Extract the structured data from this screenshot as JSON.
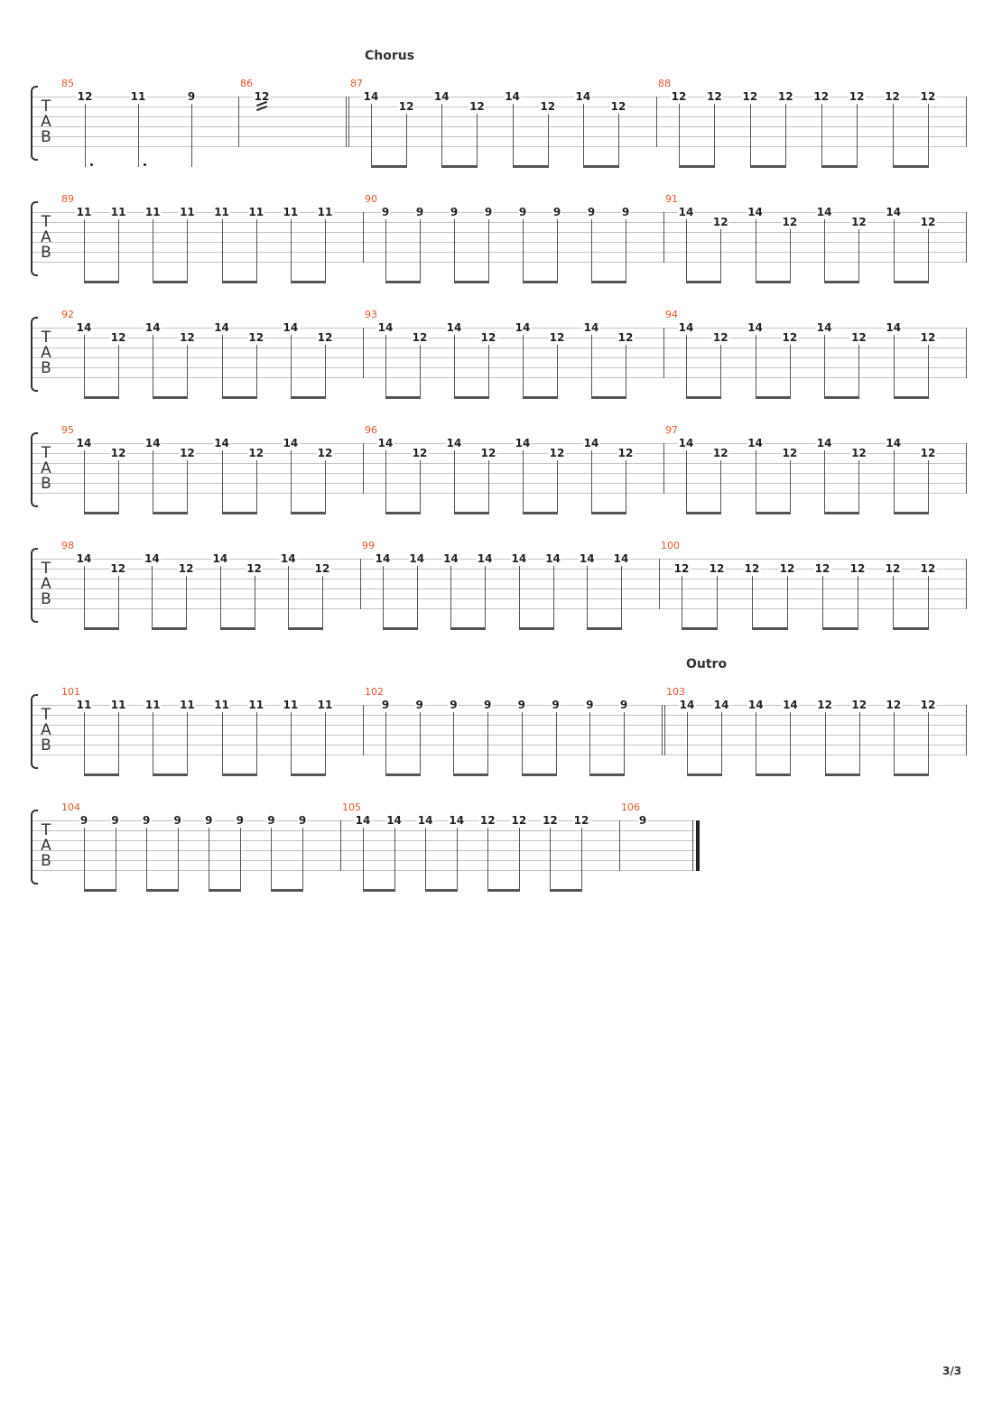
{
  "page_number": "3/3",
  "tab_clef": [
    "T",
    "A",
    "B"
  ],
  "systems": [
    {
      "section": "Chorus",
      "measures": [
        {
          "number": "85",
          "notes": [
            [
              "12"
            ],
            [
              "11"
            ],
            [
              "9"
            ]
          ],
          "style": "quarter"
        },
        {
          "number": "86",
          "notes": [
            [
              "12"
            ]
          ],
          "style": "tremolo"
        },
        {
          "number": "87",
          "notes": [
            [
              "14",
              "12"
            ],
            [
              "14",
              "12"
            ],
            [
              "14",
              "12"
            ],
            [
              "14",
              "12"
            ]
          ],
          "style": "alt-beamed",
          "double_bar_before": true
        },
        {
          "number": "88",
          "notes": [
            [
              "12",
              "12"
            ],
            [
              "12",
              "12"
            ],
            [
              "12",
              "12"
            ],
            [
              "12",
              "12"
            ]
          ],
          "style": "beamed"
        }
      ]
    },
    {
      "measures": [
        {
          "number": "89",
          "notes": [
            [
              "11",
              "11"
            ],
            [
              "11",
              "11"
            ],
            [
              "11",
              "11"
            ],
            [
              "11",
              "11"
            ]
          ],
          "style": "beamed"
        },
        {
          "number": "90",
          "notes": [
            [
              "9",
              "9"
            ],
            [
              "9",
              "9"
            ],
            [
              "9",
              "9"
            ],
            [
              "9",
              "9"
            ]
          ],
          "style": "beamed"
        },
        {
          "number": "91",
          "notes": [
            [
              "14",
              "12"
            ],
            [
              "14",
              "12"
            ],
            [
              "14",
              "12"
            ],
            [
              "14",
              "12"
            ]
          ],
          "style": "alt-beamed"
        }
      ]
    },
    {
      "measures": [
        {
          "number": "92",
          "notes": [
            [
              "14",
              "12"
            ],
            [
              "14",
              "12"
            ],
            [
              "14",
              "12"
            ],
            [
              "14",
              "12"
            ]
          ],
          "style": "alt-beamed"
        },
        {
          "number": "93",
          "notes": [
            [
              "14",
              "12"
            ],
            [
              "14",
              "12"
            ],
            [
              "14",
              "12"
            ],
            [
              "14",
              "12"
            ]
          ],
          "style": "alt-beamed"
        },
        {
          "number": "94",
          "notes": [
            [
              "14",
              "12"
            ],
            [
              "14",
              "12"
            ],
            [
              "14",
              "12"
            ],
            [
              "14",
              "12"
            ]
          ],
          "style": "alt-beamed"
        }
      ]
    },
    {
      "measures": [
        {
          "number": "95",
          "notes": [
            [
              "14",
              "12"
            ],
            [
              "14",
              "12"
            ],
            [
              "14",
              "12"
            ],
            [
              "14",
              "12"
            ]
          ],
          "style": "alt-beamed"
        },
        {
          "number": "96",
          "notes": [
            [
              "14",
              "12"
            ],
            [
              "14",
              "12"
            ],
            [
              "14",
              "12"
            ],
            [
              "14",
              "12"
            ]
          ],
          "style": "alt-beamed"
        },
        {
          "number": "97",
          "notes": [
            [
              "14",
              "12"
            ],
            [
              "14",
              "12"
            ],
            [
              "14",
              "12"
            ],
            [
              "14",
              "12"
            ]
          ],
          "style": "alt-beamed"
        }
      ]
    },
    {
      "measures": [
        {
          "number": "98",
          "notes": [
            [
              "14",
              "12"
            ],
            [
              "14",
              "12"
            ],
            [
              "14",
              "12"
            ],
            [
              "14",
              "12"
            ]
          ],
          "style": "alt-beamed"
        },
        {
          "number": "99",
          "notes": [
            [
              "14",
              "14"
            ],
            [
              "14",
              "14"
            ],
            [
              "14",
              "14"
            ],
            [
              "14",
              "14"
            ]
          ],
          "style": "beamed"
        },
        {
          "number": "100",
          "notes": [
            [
              "12",
              "12"
            ],
            [
              "12",
              "12"
            ],
            [
              "12",
              "12"
            ],
            [
              "12",
              "12"
            ]
          ],
          "style": "beamed-low"
        }
      ]
    },
    {
      "section": "Outro",
      "measures": [
        {
          "number": "101",
          "notes": [
            [
              "11",
              "11"
            ],
            [
              "11",
              "11"
            ],
            [
              "11",
              "11"
            ],
            [
              "11",
              "11"
            ]
          ],
          "style": "beamed"
        },
        {
          "number": "102",
          "notes": [
            [
              "9",
              "9"
            ],
            [
              "9",
              "9"
            ],
            [
              "9",
              "9"
            ],
            [
              "9",
              "9"
            ]
          ],
          "style": "beamed"
        },
        {
          "number": "103",
          "notes": [
            [
              "14",
              "14"
            ],
            [
              "14",
              "14"
            ],
            [
              "12",
              "12"
            ],
            [
              "12",
              "12"
            ]
          ],
          "style": "beamed",
          "double_bar_before": true
        }
      ]
    },
    {
      "measures": [
        {
          "number": "104",
          "notes": [
            [
              "9",
              "9"
            ],
            [
              "9",
              "9"
            ],
            [
              "9",
              "9"
            ],
            [
              "9",
              "9"
            ]
          ],
          "style": "beamed"
        },
        {
          "number": "105",
          "notes": [
            [
              "14",
              "14"
            ],
            [
              "14",
              "14"
            ],
            [
              "12",
              "12"
            ],
            [
              "12",
              "12"
            ]
          ],
          "style": "beamed"
        },
        {
          "number": "106",
          "notes": [
            [
              "9"
            ]
          ],
          "style": "single",
          "final_bar_after": true
        }
      ]
    }
  ]
}
